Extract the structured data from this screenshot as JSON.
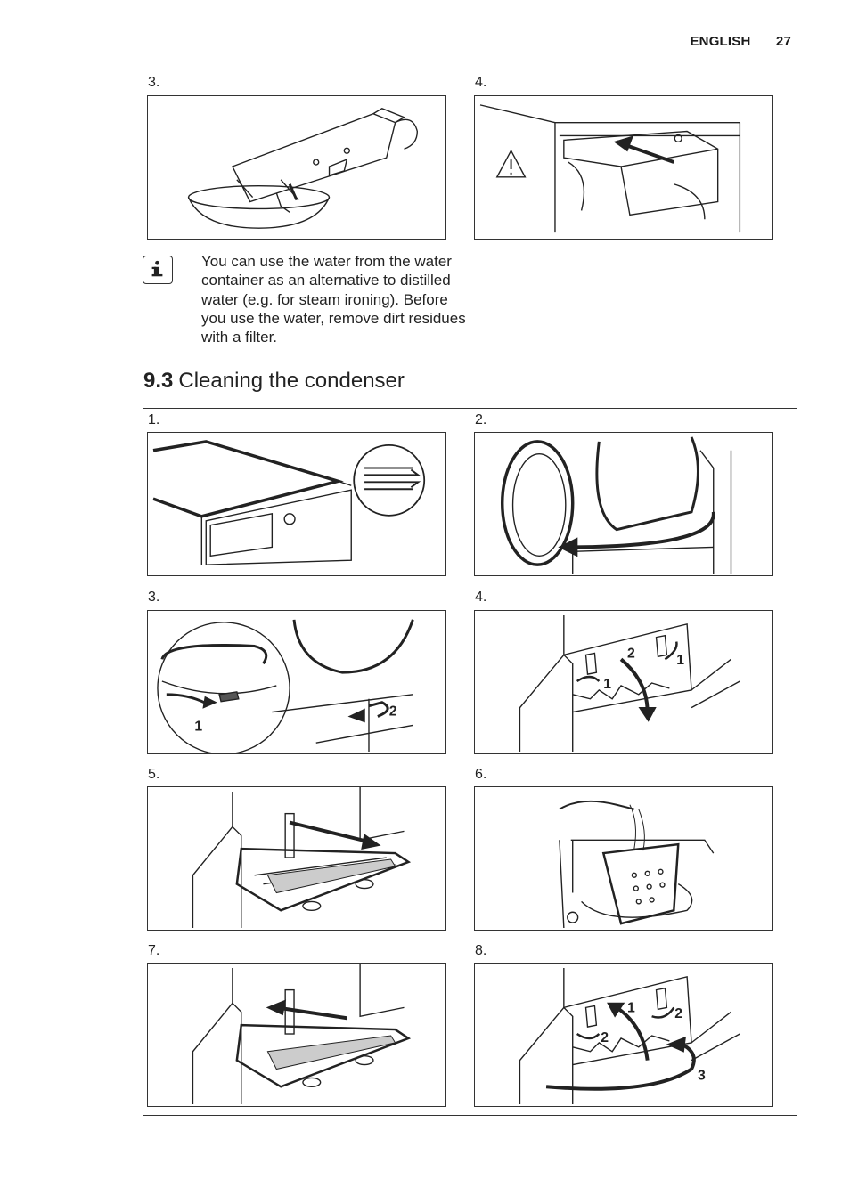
{
  "header": {
    "language": "ENGLISH",
    "page_number": "27"
  },
  "top_steps": [
    {
      "number": "3."
    },
    {
      "number": "4."
    }
  ],
  "note": {
    "icon": "info-icon",
    "text": "You can use the water from the water container as an alternative to distilled water (e.g. for steam ironing). Before you use the water, remove dirt residues with a filter."
  },
  "section": {
    "number": "9.3",
    "title": "Cleaning the condenser"
  },
  "condenser_steps": [
    {
      "number": "1."
    },
    {
      "number": "2."
    },
    {
      "number": "3."
    },
    {
      "number": "4."
    },
    {
      "number": "5."
    },
    {
      "number": "6."
    },
    {
      "number": "7."
    },
    {
      "number": "8."
    }
  ],
  "callouts": {
    "s3_a": "1",
    "s3_b": "2",
    "s4_a": "2",
    "s4_b": "1",
    "s4_c": "1",
    "s8_a": "1",
    "s8_b": "2",
    "s8_c": "2",
    "s8_d": "3"
  }
}
